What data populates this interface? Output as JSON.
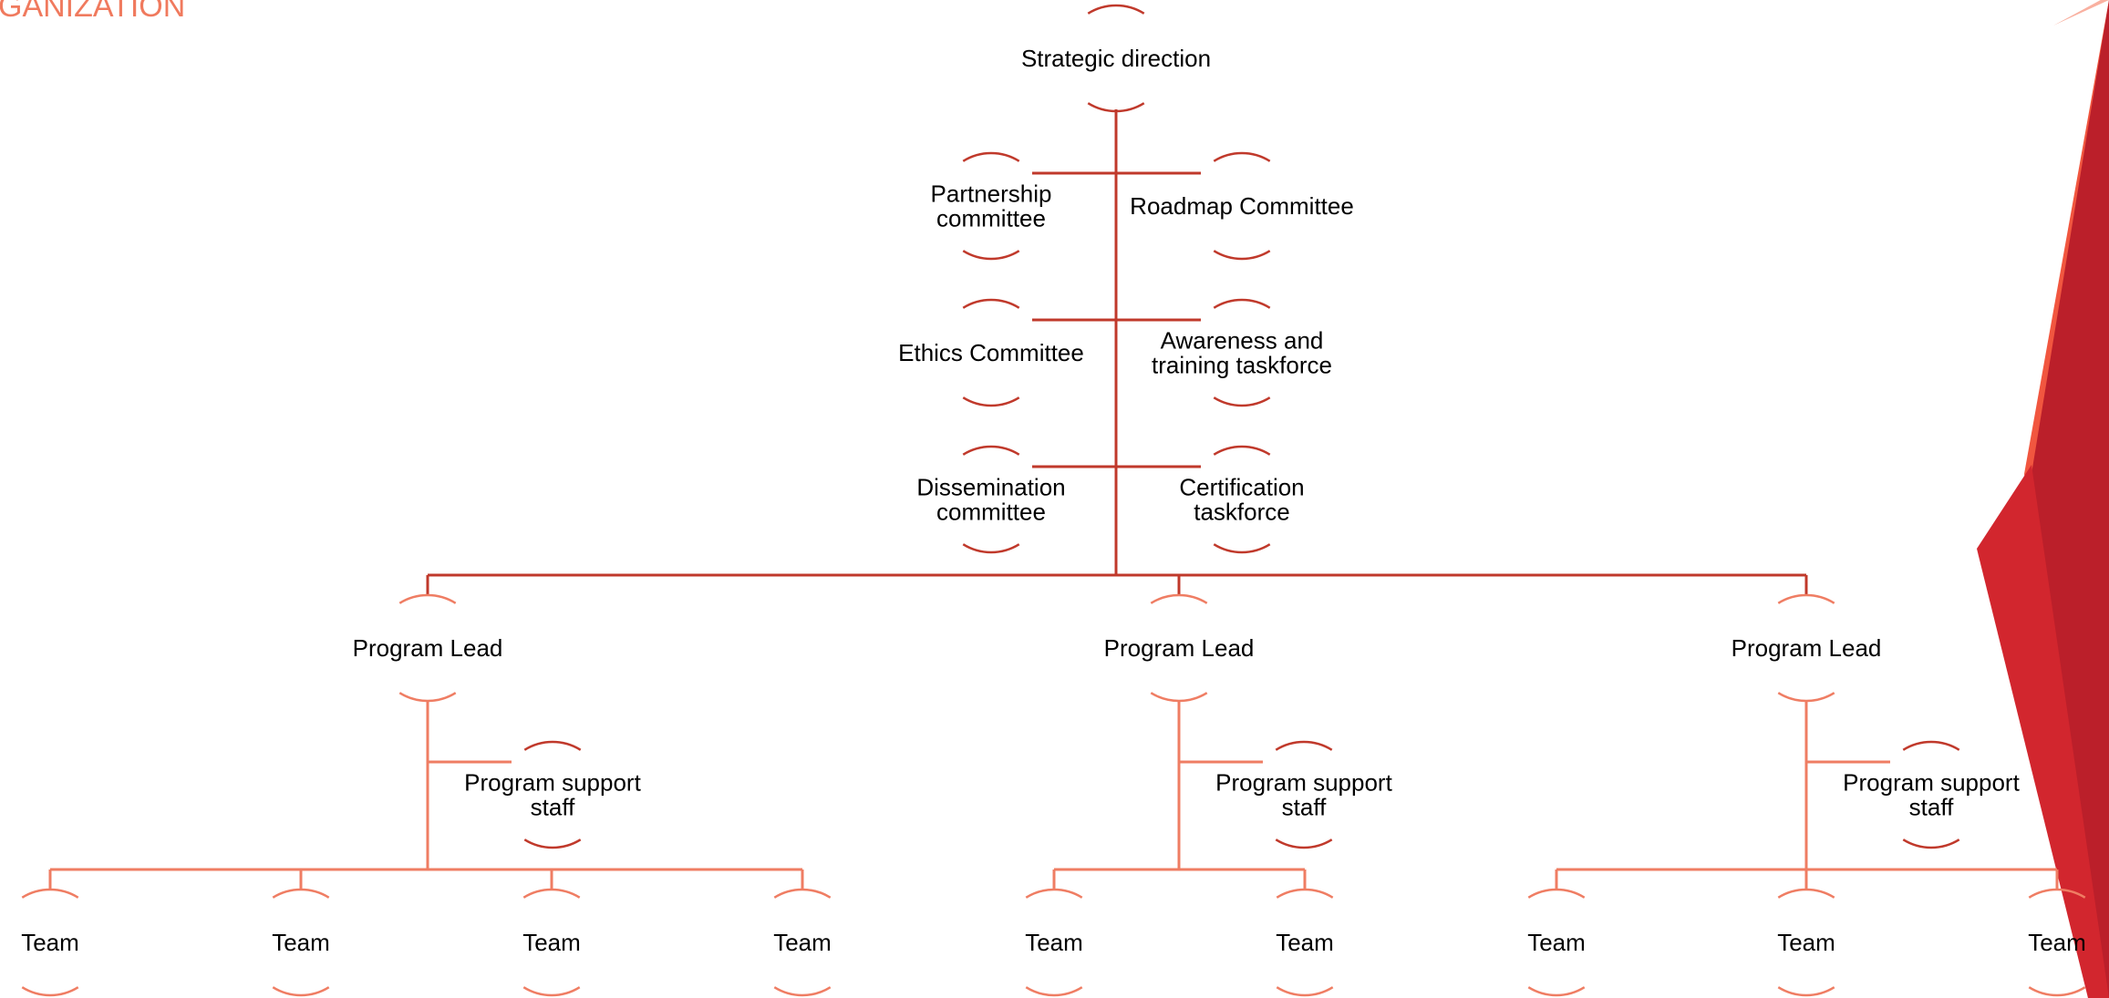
{
  "slide": {
    "title": "GANIZATION"
  },
  "org": {
    "root": "Strategic direction",
    "committees": [
      "Partnership committee",
      "Roadmap Committee",
      "Ethics Committee",
      "Awareness and training taskforce",
      "Dissemination committee",
      "Certification taskforce"
    ],
    "programs": [
      {
        "lead": "Program Lead",
        "support": "Program support staff",
        "teams": [
          "Team",
          "Team",
          "Team",
          "Team"
        ]
      },
      {
        "lead": "Program Lead",
        "support": "Program support staff",
        "teams": [
          "Team",
          "Team"
        ]
      },
      {
        "lead": "Program Lead",
        "support": "Program support staff",
        "teams": [
          "Team",
          "Team",
          "Team"
        ]
      }
    ]
  },
  "colors": {
    "title": "#f07a5e",
    "dark_connector": "#c0392b",
    "light_connector": "#ef7d63",
    "text": "#000000",
    "accent_shape_1": "#f1563f",
    "accent_shape_2": "#bb1f2a",
    "accent_shape_3": "#d2262e",
    "accent_shape_4": "#f9b0a0"
  }
}
